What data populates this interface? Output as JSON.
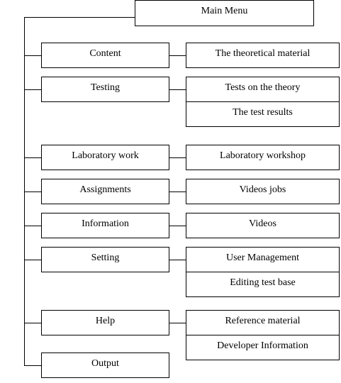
{
  "diagram": {
    "root": "Main Menu",
    "items": [
      {
        "label": "Content",
        "subs": [
          "The theoretical material"
        ]
      },
      {
        "label": "Testing",
        "subs": [
          "Tests on the theory",
          "The test results"
        ]
      },
      {
        "label": "Laboratory work",
        "subs": [
          "Laboratory workshop"
        ]
      },
      {
        "label": "Assignments",
        "subs": [
          "Videos jobs"
        ]
      },
      {
        "label": "Information",
        "subs": [
          "Videos"
        ]
      },
      {
        "label": "Setting",
        "subs": [
          "User Management",
          "Editing test base"
        ]
      },
      {
        "label": "Help",
        "subs": [
          "Reference material",
          "Developer Information"
        ]
      },
      {
        "label": "Output",
        "subs": []
      }
    ]
  }
}
